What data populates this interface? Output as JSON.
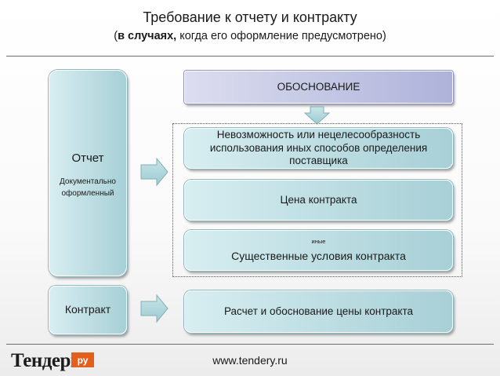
{
  "header": {
    "title": "Требование к отчету и контракту",
    "subtitle_open": "(",
    "subtitle_bold": "в случаях,",
    "subtitle_rest": " когда его оформление предусмотрено)"
  },
  "left": {
    "report_title": "Отчет",
    "report_sub": "Документально оформленный",
    "contract": "Контракт"
  },
  "right": {
    "justification": "ОБОСНОВАНИЕ",
    "items": [
      "Невозможность или нецелесообразность использования иных способов определения поставщика",
      "Цена контракта"
    ],
    "other_small": "иные",
    "other_main": "Существенные условия контракта",
    "contract_calc": "Расчет и обоснование цены контракта"
  },
  "footer": {
    "brand": "Тендеры",
    "brand_tag": "ру",
    "website": "www.tendery.ru"
  },
  "colors": {
    "box_teal": "#bcdde2",
    "box_purple": "#c3c6e4",
    "arrow_teal": "#a9d2d8",
    "brand_orange": "#e45f1c"
  }
}
